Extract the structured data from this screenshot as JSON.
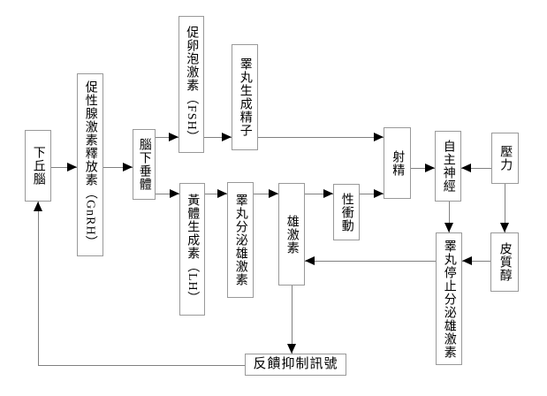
{
  "diagram": {
    "description": "Flowchart of male hormonal regulation: hypothalamus-pituitary-testes axis with stress feedback",
    "colors": {
      "background": "#ffffff",
      "node_border": "#999999",
      "line": "#808080",
      "arrowhead": "#000000",
      "text": "#000000"
    },
    "nodes": {
      "hypothalamus": {
        "label": "下丘腦"
      },
      "gnrh": {
        "label": "促性腺激素釋放素（GnRH）"
      },
      "pituitary": {
        "label": "腦下垂體"
      },
      "fsh": {
        "label": "促卵泡激素（FSH）"
      },
      "sperm_production": {
        "label": "睪丸生成精子"
      },
      "lh": {
        "label": "黃體生成素（LH）"
      },
      "testes_secrete_androgen": {
        "label": "睪丸分泌雄激素"
      },
      "androgen": {
        "label": "雄激素"
      },
      "sex_drive": {
        "label": "性衝動"
      },
      "ejaculation": {
        "label": "射精"
      },
      "autonomic_nerve": {
        "label": "自主神經"
      },
      "stress": {
        "label": "壓力"
      },
      "cortisol": {
        "label": "皮質醇"
      },
      "testes_stop_androgen": {
        "label": "睪丸停止分泌雄激素"
      },
      "feedback_signal": {
        "label": "反饋抑制訊號"
      }
    },
    "edges": [
      {
        "from": "hypothalamus",
        "to": "gnrh"
      },
      {
        "from": "gnrh",
        "to": "pituitary"
      },
      {
        "from": "pituitary",
        "to": "fsh"
      },
      {
        "from": "fsh",
        "to": "sperm_production"
      },
      {
        "from": "sperm_production",
        "to": "ejaculation"
      },
      {
        "from": "pituitary",
        "to": "lh"
      },
      {
        "from": "lh",
        "to": "testes_secrete_androgen"
      },
      {
        "from": "testes_secrete_androgen",
        "to": "androgen"
      },
      {
        "from": "androgen",
        "to": "sex_drive"
      },
      {
        "from": "sex_drive",
        "to": "ejaculation"
      },
      {
        "from": "ejaculation",
        "to": "autonomic_nerve"
      },
      {
        "from": "stress",
        "to": "autonomic_nerve"
      },
      {
        "from": "autonomic_nerve",
        "to": "testes_stop_androgen"
      },
      {
        "from": "stress",
        "to": "cortisol"
      },
      {
        "from": "cortisol",
        "to": "testes_stop_androgen"
      },
      {
        "from": "testes_stop_androgen",
        "to": "androgen"
      },
      {
        "from": "androgen",
        "to": "feedback_signal"
      },
      {
        "from": "feedback_signal",
        "to": "hypothalamus"
      }
    ]
  }
}
